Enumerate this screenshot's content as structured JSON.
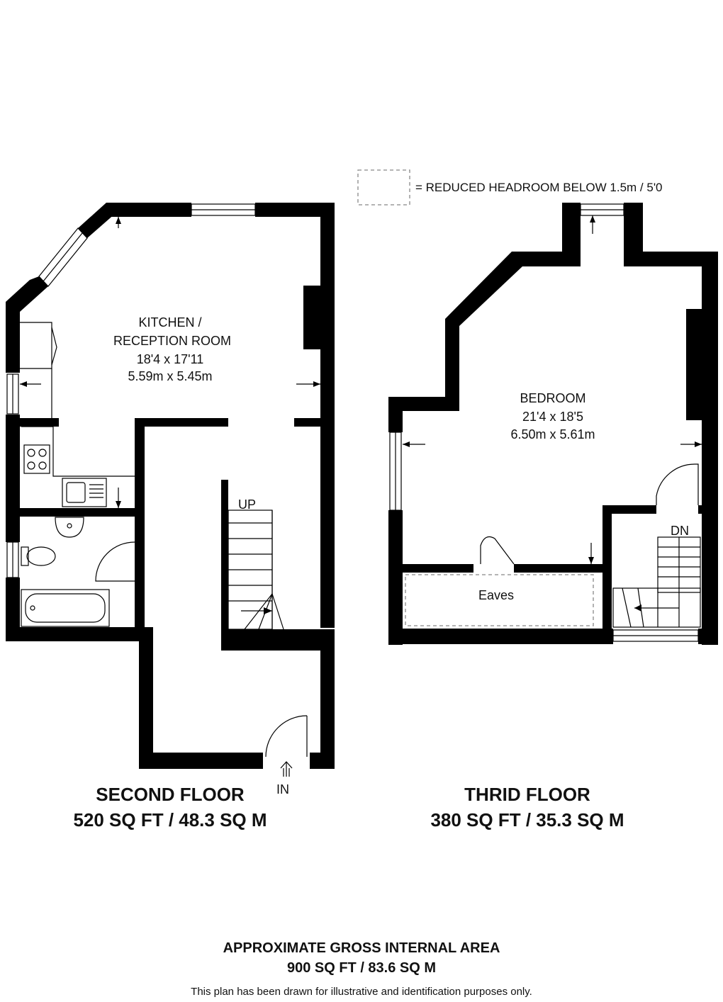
{
  "legend": {
    "text": "= REDUCED HEADROOM BELOW 1.5m / 5'0"
  },
  "second_floor": {
    "kitchen": {
      "name_line1": "KITCHEN /",
      "name_line2": "RECEPTION ROOM",
      "size_imperial": "18'4 x 17'11",
      "size_metric": "5.59m x 5.45m"
    },
    "stairs_label": "UP",
    "entrance_label": "IN",
    "title": "SECOND FLOOR",
    "area": "520 SQ FT / 48.3 SQ M"
  },
  "third_floor": {
    "bedroom": {
      "name": "BEDROOM",
      "size_imperial": "21'4 x 18'5",
      "size_metric": "6.50m x 5.61m"
    },
    "eaves_label": "Eaves",
    "stairs_label": "DN",
    "title": "THRID FLOOR",
    "area": "380 SQ FT / 35.3 SQ M"
  },
  "footer": {
    "gia_title": "APPROXIMATE GROSS INTERNAL AREA",
    "gia_value": "900 SQ FT / 83.6 SQ M",
    "disclaimer": "This plan has been drawn for illustrative and identification purposes only."
  }
}
